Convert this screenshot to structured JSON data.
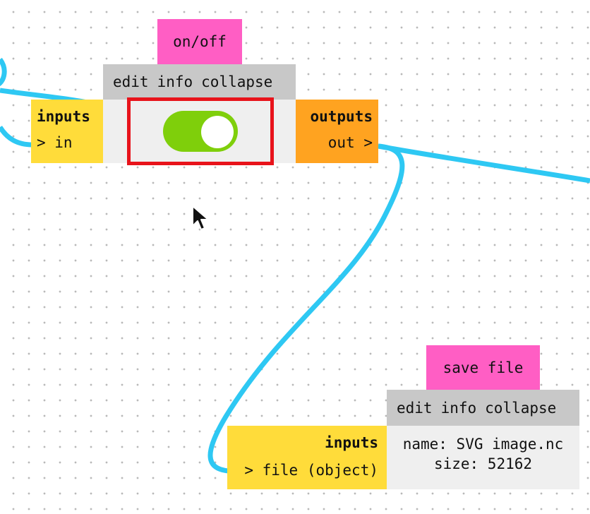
{
  "node_toggle": {
    "title": "on/off",
    "toolbar": {
      "edit": "edit",
      "info": "info",
      "collapse": "collapse"
    },
    "inputs": {
      "heading": "inputs",
      "port": "> in"
    },
    "outputs": {
      "heading": "outputs",
      "port": "out >"
    },
    "switch": {
      "state": "on",
      "color": "#7fcf0b"
    }
  },
  "node_save": {
    "title": "save file",
    "toolbar": {
      "edit": "edit",
      "info": "info",
      "collapse": "collapse"
    },
    "inputs": {
      "heading": "inputs",
      "port": "> file (object)"
    },
    "info": {
      "name_line": "name: SVG image.nc",
      "size_line": "size: 52162"
    }
  },
  "colors": {
    "title_tab": "#ff5ec4",
    "toolbar": "#c8c8c8",
    "inputs": "#ffdc3a",
    "outputs": "#ffa320",
    "wire": "#2ec8f3",
    "highlight": "#e8131b"
  }
}
